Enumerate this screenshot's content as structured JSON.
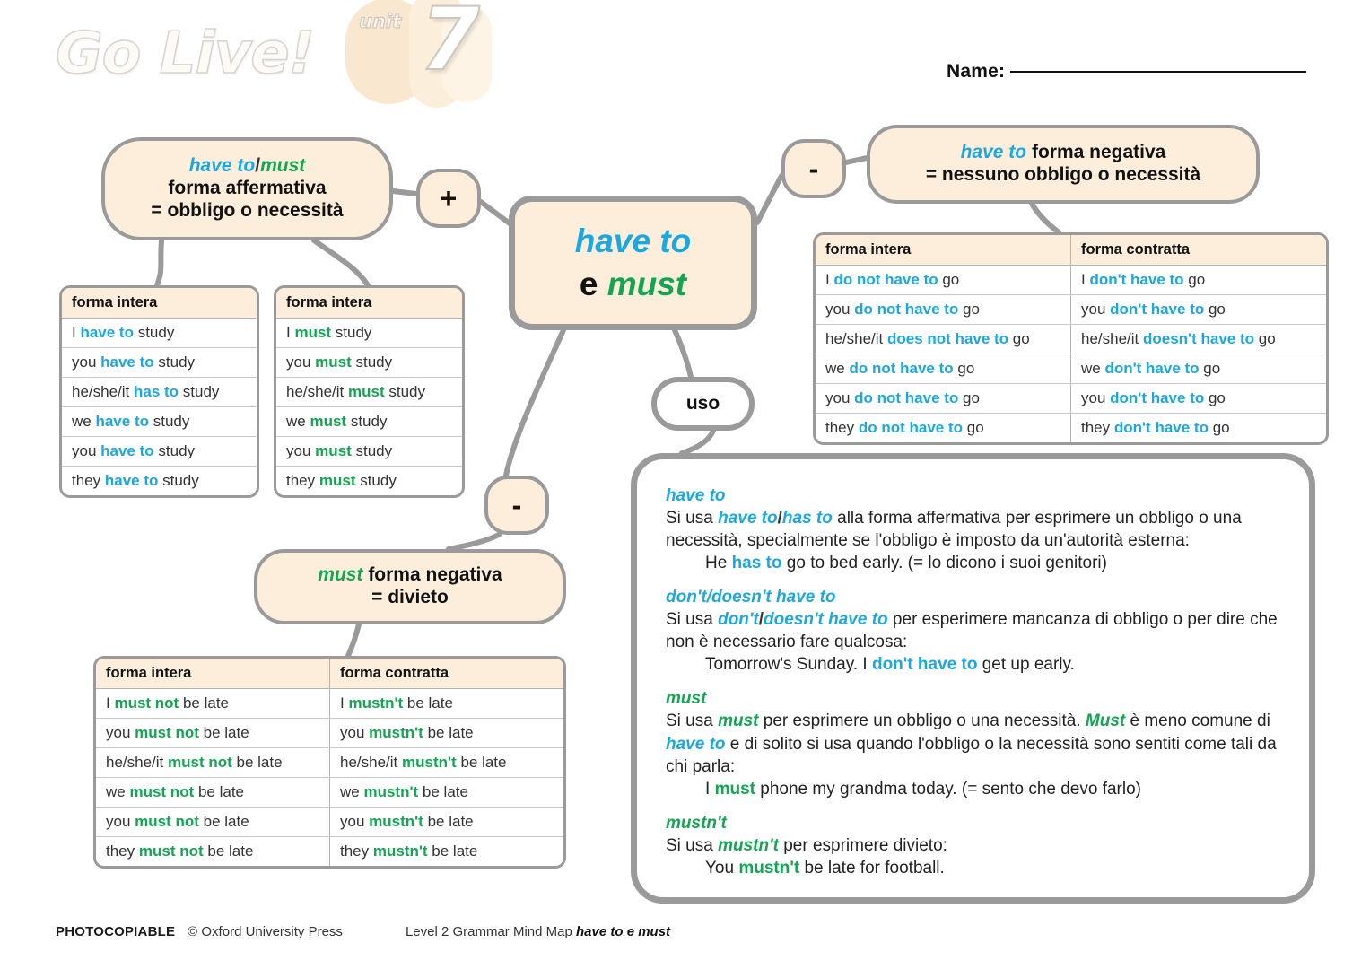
{
  "header": {
    "logo": "Go Live!",
    "unit_word": "unit",
    "unit_number": "7",
    "name_label": "Name:"
  },
  "central_node": {
    "line1": "have to",
    "line2_prefix": "e",
    "line2_term": "must"
  },
  "badges": {
    "plus": "+",
    "minus_top": "-",
    "minus_mid": "-",
    "uso": "uso"
  },
  "nodes": {
    "affirmative": {
      "term1": "have to",
      "separator": "/",
      "term2": "must",
      "line2": "forma affermativa",
      "line3": "= obbligo o necessità"
    },
    "negative_have_to": {
      "term": "have to",
      "line1_rest": "forma negativa",
      "line2": "= nessuno obbligo o necessità"
    },
    "negative_must": {
      "term": "must",
      "line1_rest": "forma negativa",
      "line2": "= divieto"
    }
  },
  "tables": {
    "have_to_affirmative": {
      "headers": [
        "forma intera"
      ],
      "rows": [
        {
          "subject": "I",
          "verb": "have to",
          "rest": "study"
        },
        {
          "subject": "you",
          "verb": "have to",
          "rest": "study"
        },
        {
          "subject": "he/she/it",
          "verb": "has to",
          "rest": "study"
        },
        {
          "subject": "we",
          "verb": "have to",
          "rest": "study"
        },
        {
          "subject": "you",
          "verb": "have to",
          "rest": "study"
        },
        {
          "subject": "they",
          "verb": "have to",
          "rest": "study"
        }
      ]
    },
    "must_affirmative": {
      "headers": [
        "forma intera"
      ],
      "rows": [
        {
          "subject": "I",
          "verb": "must",
          "rest": "study"
        },
        {
          "subject": "you",
          "verb": "must",
          "rest": "study"
        },
        {
          "subject": "he/she/it",
          "verb": "must",
          "rest": "study"
        },
        {
          "subject": "we",
          "verb": "must",
          "rest": "study"
        },
        {
          "subject": "you",
          "verb": "must",
          "rest": "study"
        },
        {
          "subject": "they",
          "verb": "must",
          "rest": "study"
        }
      ]
    },
    "have_to_negative": {
      "headers": [
        "forma intera",
        "forma contratta"
      ],
      "rows": [
        {
          "subject": "I",
          "full": "do not have to",
          "contracted": "don't have to",
          "rest": "go"
        },
        {
          "subject": "you",
          "full": "do not have to",
          "contracted": "don't have to",
          "rest": "go"
        },
        {
          "subject": "he/she/it",
          "full": "does not have to",
          "contracted": "doesn't have to",
          "rest": "go"
        },
        {
          "subject": "we",
          "full": "do not have to",
          "contracted": "don't have to",
          "rest": "go"
        },
        {
          "subject": "you",
          "full": "do not have to",
          "contracted": "don't have to",
          "rest": "go"
        },
        {
          "subject": "they",
          "full": "do not have to",
          "contracted": "don't have to",
          "rest": "go"
        }
      ]
    },
    "must_negative": {
      "headers": [
        "forma intera",
        "forma contratta"
      ],
      "rows": [
        {
          "subject": "I",
          "full": "must not",
          "contracted": "mustn't",
          "rest": "be late"
        },
        {
          "subject": "you",
          "full": "must not",
          "contracted": "mustn't",
          "rest": "be late"
        },
        {
          "subject": "he/she/it",
          "full": "must not",
          "contracted": "mustn't",
          "rest": "be late"
        },
        {
          "subject": "we",
          "full": "must not",
          "contracted": "mustn't",
          "rest": "be late"
        },
        {
          "subject": "you",
          "full": "must not",
          "contracted": "mustn't",
          "rest": "be late"
        },
        {
          "subject": "they",
          "full": "must not",
          "contracted": "mustn't",
          "rest": "be late"
        }
      ]
    }
  },
  "uso_panel": {
    "sections": [
      {
        "heading": "have to",
        "heading_color": "cyan",
        "body_pre": "Si usa ",
        "body_term1": "have to",
        "body_sep": "/",
        "body_term2": "has to",
        "body_post": " alla forma affermativa per esprimere un obbligo o una necessità, specialmente se l'obbligo è imposto da un'autorità esterna:",
        "example_pre": "He ",
        "example_term": "has to",
        "example_post": " go to bed early. (= lo dicono i suoi genitori)"
      },
      {
        "heading": "don't/doesn't have to",
        "heading_color": "cyan",
        "body_pre": "Si usa ",
        "body_term1": "don't",
        "body_sep": "/",
        "body_term2": "doesn't have to",
        "body_post": " per esperimere mancanza di obbligo o per dire che non è necessario fare qualcosa:",
        "example_pre": "Tomorrow's Sunday. I ",
        "example_term": "don't have to",
        "example_post": " get up early."
      },
      {
        "heading": "must",
        "heading_color": "green",
        "body_pre": "Si usa ",
        "body_term1": "must",
        "body_mid": " per esprimere un obbligo o una necessità. ",
        "body_term2": "Must",
        "body_mid2": " è meno comune di ",
        "body_term3": "have to",
        "body_post": " e di solito si usa quando l'obbligo o la necessità sono sentiti come tali da chi parla:",
        "example_pre": "I ",
        "example_term": "must",
        "example_post": " phone my grandma today. (= sento che devo farlo)"
      },
      {
        "heading": "mustn't",
        "heading_color": "green",
        "body_pre": "Si usa ",
        "body_term1": "mustn't",
        "body_post": " per esprimere divieto:",
        "example_pre": "You ",
        "example_term": "mustn't",
        "example_post": " be late for football."
      }
    ]
  },
  "footer": {
    "photocopiable": "PHOTOCOPIABLE",
    "copyright": "© Oxford University Press",
    "level": "Level 2  Grammar Mind Map ",
    "level_bold": "have to e must"
  },
  "colors": {
    "cyan": "#1ba7e0",
    "green": "#12a652",
    "cream": "#fceedb",
    "border_gray": "#9a9a9a"
  }
}
